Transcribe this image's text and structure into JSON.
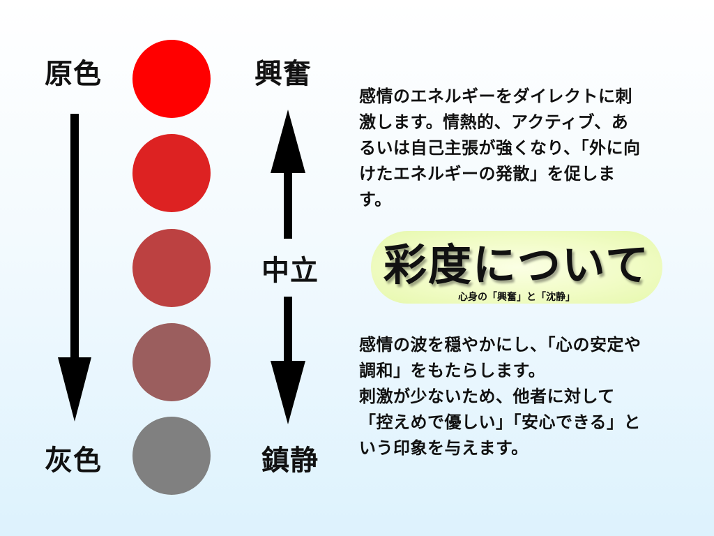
{
  "left_labels": {
    "top": "原色",
    "bottom": "灰色"
  },
  "right_labels": {
    "top": "興奮",
    "middle": "中立",
    "bottom": "鎮静"
  },
  "color_scale": [
    "#ff0000",
    "#dd2222",
    "#bc4141",
    "#9b5e5e",
    "#808080"
  ],
  "title": {
    "main": "彩度について",
    "sub": "心身の「興奮」と「沈静」"
  },
  "upper_text": "感情のエネルギーをダイレクトに刺\n激します。情熱的、アクティブ、あ\nるいは自己主張が強くなり、「外に向\nけたエネルギーの発散」を促しま\nす。",
  "lower_text": "感情の波を穏やかにし、「心の安定や\n調和」をもたらします。\n刺激が少ないため、他者に対して\n「控えめで優しい」「安心できる」と\nいう印象を与えます。"
}
